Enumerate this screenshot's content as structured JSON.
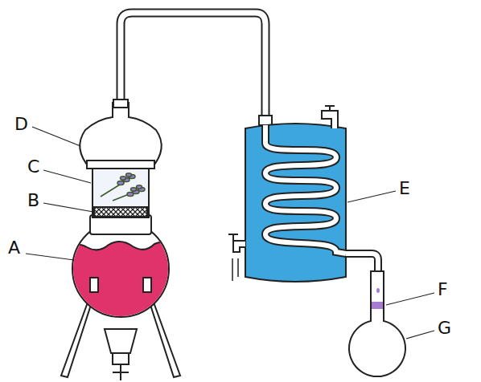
{
  "diagram": {
    "labels": [
      "D",
      "C",
      "B",
      "A",
      "E",
      "F",
      "G"
    ]
  }
}
